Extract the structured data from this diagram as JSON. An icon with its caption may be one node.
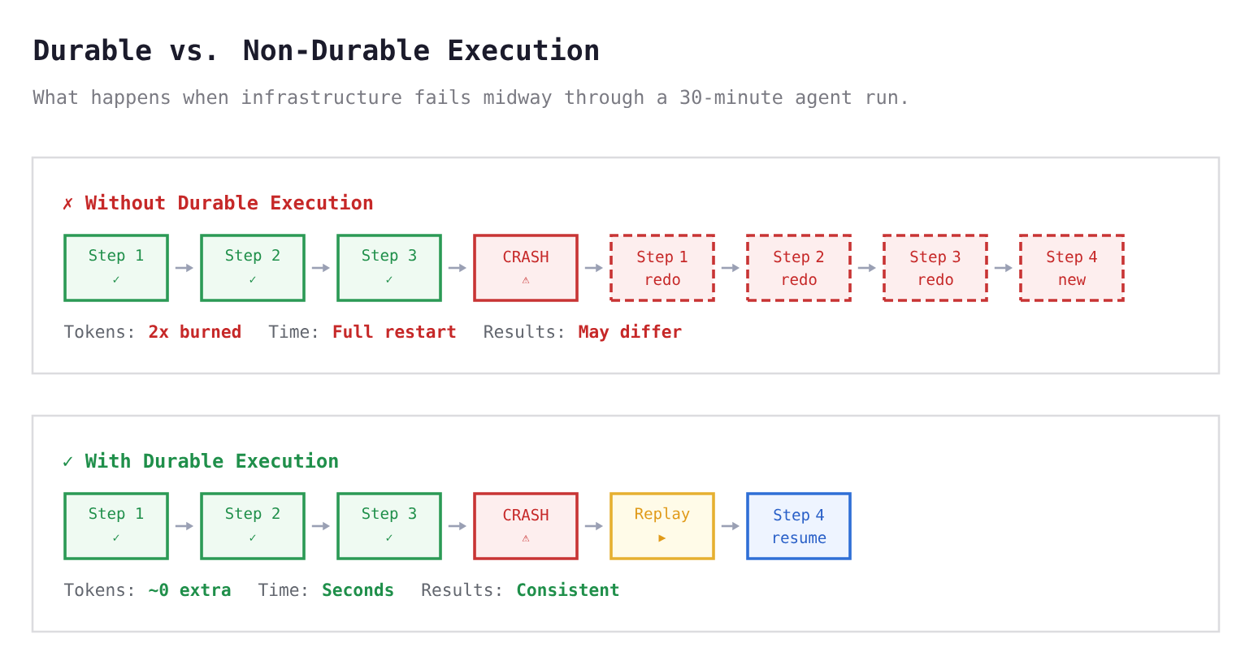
{
  "diagram": {
    "title": "Durable vs. Non-Durable Execution",
    "nodes": [
      {
        "text": [
          "✗ Without Durable Execution",
          "Tokens:",
          "2x burned",
          "Time:",
          "Full restart",
          "Results:",
          "May differ"
        ]
      },
      {
        "text": [
          "Step 1",
          "✓"
        ],
        "in": 0
      },
      {
        "text": [
          "Step 2",
          "✓"
        ],
        "in": 0
      },
      {
        "text": [
          "Step 3",
          "✓"
        ],
        "in": 0
      },
      {
        "text": [
          "CRASH",
          "⚠"
        ],
        "in": 0
      },
      {
        "text": [
          "Step 1 redo"
        ],
        "in": 0
      },
      {
        "text": [
          "Step 2 redo"
        ],
        "in": 0
      },
      {
        "text": [
          "Step 3 redo"
        ],
        "in": 0
      },
      {
        "text": [
          "Step 4 new"
        ],
        "in": 0
      },
      {
        "text": [
          "✓ With Durable Execution",
          "Tokens:",
          "~0 extra",
          "Time:",
          "Seconds",
          "Results:",
          "Consistent"
        ]
      },
      {
        "text": [
          "Step 1",
          "✓"
        ],
        "in": 9
      },
      {
        "text": [
          "Step 2",
          "✓"
        ],
        "in": 9
      },
      {
        "text": [
          "Step 3",
          "✓"
        ],
        "in": 9
      },
      {
        "text": [
          "CRASH",
          "⚠"
        ],
        "in": 9
      },
      {
        "text": [
          "Replay",
          "▶"
        ],
        "in": 9
      },
      {
        "text": [
          "Step 4 resume"
        ],
        "in": 9
      }
    ],
    "edges": [
      {
        "from": 1,
        "to": 2,
        "arrow": "to"
      },
      {
        "from": 2,
        "to": 3,
        "arrow": "to"
      },
      {
        "from": 3,
        "to": 4,
        "arrow": "to"
      },
      {
        "from": 4,
        "to": 5,
        "arrow": "to"
      },
      {
        "from": 5,
        "to": 6,
        "arrow": "to"
      },
      {
        "from": 6,
        "to": 7,
        "arrow": "to"
      },
      {
        "from": 7,
        "to": 8,
        "arrow": "to"
      },
      {
        "from": 10,
        "to": 11,
        "arrow": "to"
      },
      {
        "from": 11,
        "to": 12,
        "arrow": "to"
      },
      {
        "from": 12,
        "to": 13,
        "arrow": "to"
      },
      {
        "from": 13,
        "to": 14,
        "arrow": "to"
      },
      {
        "from": 14,
        "to": 15,
        "arrow": "to"
      }
    ],
    "labels": [
      "What happens when infrastructure fails midway through a 30-minute agent run."
    ]
  }
}
